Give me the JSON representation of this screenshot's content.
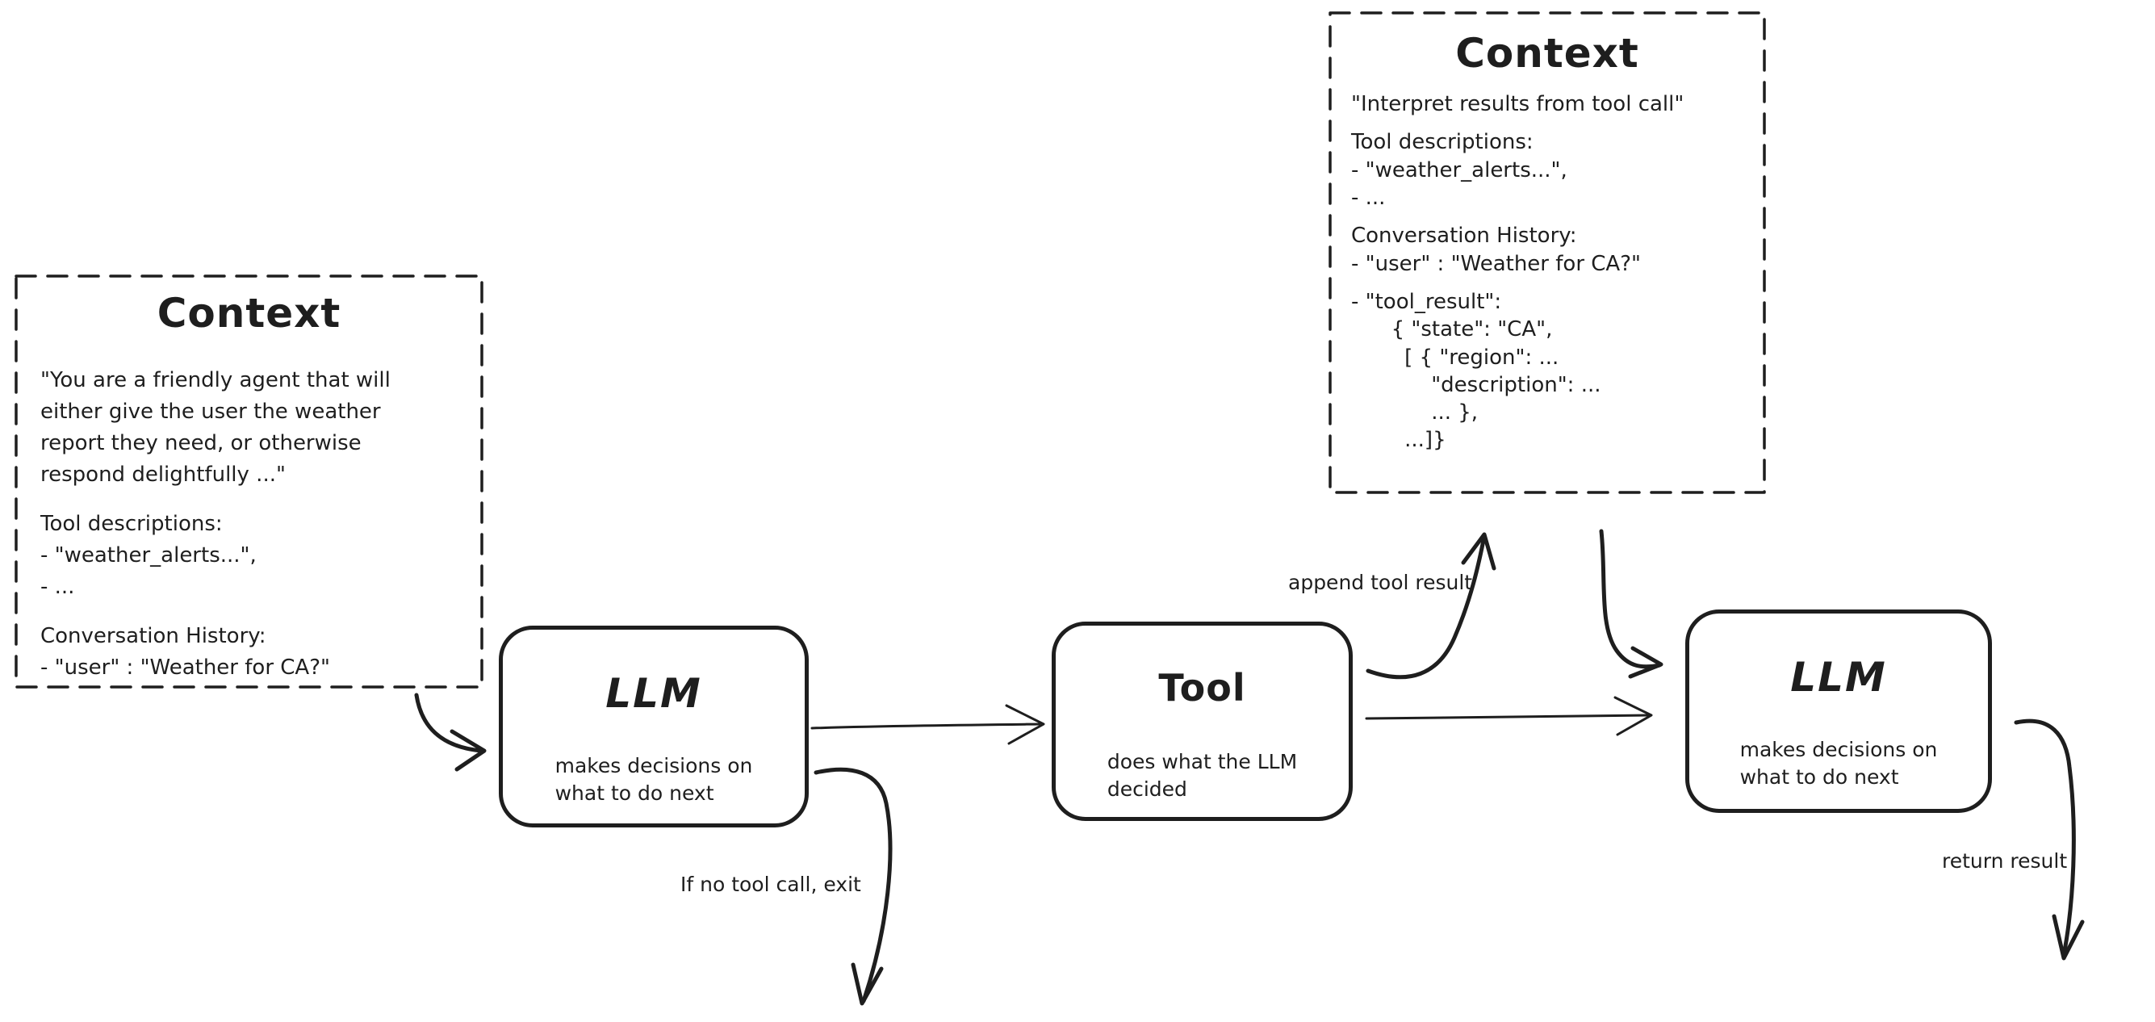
{
  "colors": {
    "ink": "#1e1e1e",
    "background": "#ffffff"
  },
  "context_left": {
    "title": "Context",
    "paragraphs": [
      "\"You are a friendly agent that will\neither give the user the weather\nreport they need, or otherwise\nrespond delightfully ...\"",
      "Tool descriptions:\n- \"weather_alerts...\",\n- ...",
      "Conversation History:\n- \"user\" : \"Weather for CA?\""
    ]
  },
  "context_right": {
    "title": "Context",
    "paragraphs": [
      "\"Interpret results from tool call\"",
      "Tool descriptions:\n- \"weather_alerts...\",\n- ...",
      "Conversation History:\n- \"user\" : \"Weather for CA?\"",
      "- \"tool_result\":\n      { \"state\": \"CA\",\n        [ { \"region\": ...\n            \"description\": ...\n            ... },\n        ...]}"
    ]
  },
  "nodes": [
    {
      "title": "LLM",
      "subtitle": "makes decisions on\nwhat to do next"
    },
    {
      "title": "Tool",
      "subtitle": "does what the LLM\ndecided"
    },
    {
      "title": "LLM",
      "subtitle": "makes decisions on\nwhat to do next"
    }
  ],
  "edge_labels": {
    "append_tool_result": "append tool result",
    "if_no_tool_call_exit": "If no tool call, exit",
    "return_result": "return result"
  }
}
